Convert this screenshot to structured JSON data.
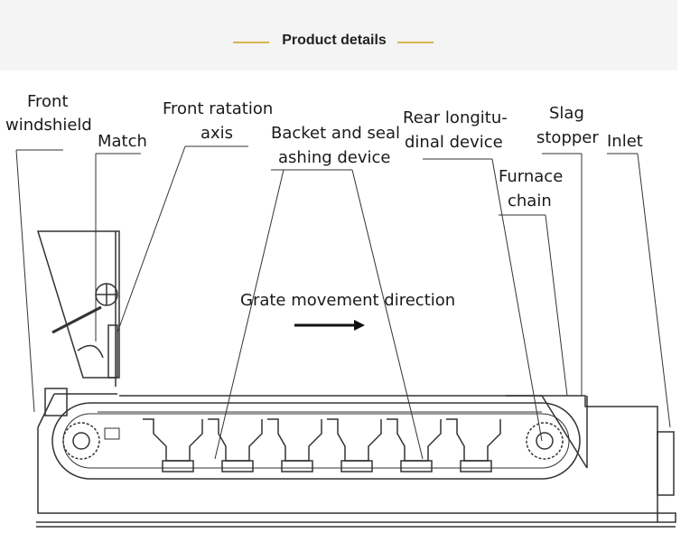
{
  "header": {
    "title": "Product details"
  },
  "labels": {
    "front_windshield_1": "Front",
    "front_windshield_2": "windshield",
    "match": "Match",
    "front_rotation_1": "Front ratation",
    "front_rotation_2": "axis",
    "backet_1": "Backet and seal",
    "backet_2": "ashing device",
    "rear_1": "Rear longitu-",
    "rear_2": "dinal device",
    "slag_1": "Slag",
    "slag_2": "stopper",
    "inlet": "Inlet",
    "furnace_1": "Furnace",
    "furnace_2": "chain",
    "direction": "Grate movement direction"
  },
  "colors": {
    "accent": "#d7b54a",
    "line": "#333333"
  }
}
